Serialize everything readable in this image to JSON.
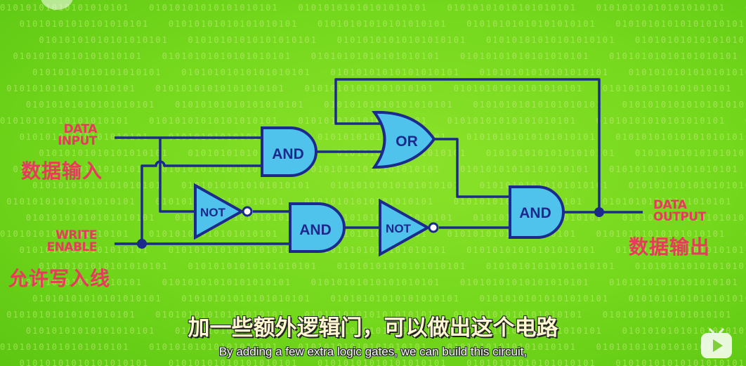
{
  "labels": {
    "data_input_line1": "DATA",
    "data_input_line2": "INPUT",
    "data_input_cn": "数据输入",
    "write_enable_line1": "WRITE",
    "write_enable_line2": "ENABLE",
    "write_enable_cn": "允许写入线",
    "data_output_line1": "DATA",
    "data_output_line2": "OUTPUT",
    "data_output_cn": "数据输出"
  },
  "gates": {
    "and_top": "AND",
    "or_gate": "OR",
    "not_left": "NOT",
    "and_mid": "AND",
    "not_right": "NOT",
    "and_out": "AND"
  },
  "subtitles": {
    "cn": "加一些额外逻辑门，可以做出这个电路",
    "en": "By adding a few extra logic gates, we can build this circuit,"
  },
  "background_bits": "01010101010101010101",
  "colors": {
    "background": "#74d81c",
    "wire": "#1b2a8c",
    "gate_fill": "#4fc3ec",
    "label": "#e83a5c"
  },
  "icons": {
    "play": "play-icon"
  }
}
